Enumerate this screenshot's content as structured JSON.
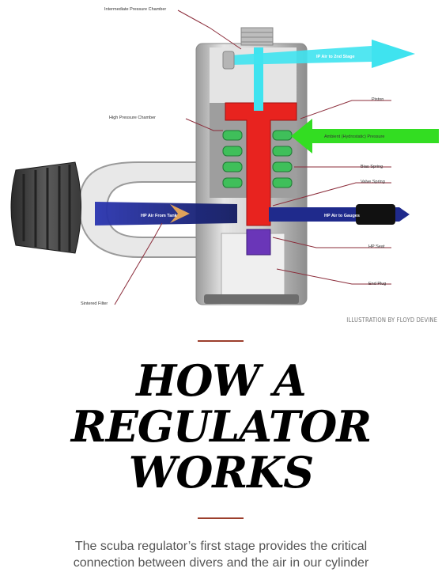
{
  "diagram": {
    "labels": {
      "intermediate_pressure_chamber": "Intermediate Pressure Chamber",
      "ip_air_to_2nd_stage": "IP Air to 2nd Stage",
      "piston": "Piston",
      "high_pressure_chamber": "High Pressure Chamber",
      "ambient_pressure": "Ambient (Hydrostatic) Pressure",
      "bias_spring": "Bias Spring",
      "valve_spring": "Valve Spring",
      "hp_air_from_tank": "HP Air From Tank",
      "hp_air_to_gauges": "HP Air to Gauges",
      "hp_seat": "HP Seat",
      "end_plug": "End Plug",
      "sintered_filter": "Sintered Filter"
    },
    "credit": "ILLUSTRATION BY FLOYD DEVINE",
    "colors": {
      "ip_air": "#3fe3ef",
      "hp_air": "#1f2a8c",
      "piston": "#e8231f",
      "spring": "#3fbf5a",
      "ambient_arrow": "#33dd22",
      "hp_seat": "#6a36b8",
      "body": "#d4d4d4",
      "accent_rule": "#9c3e2c"
    }
  },
  "article": {
    "headline": [
      "HOW A",
      "REGULATOR",
      "WORKS"
    ],
    "dek": [
      "The scuba regulator’s first stage provides the critical",
      "connection between divers and the air in our cylinder"
    ]
  }
}
